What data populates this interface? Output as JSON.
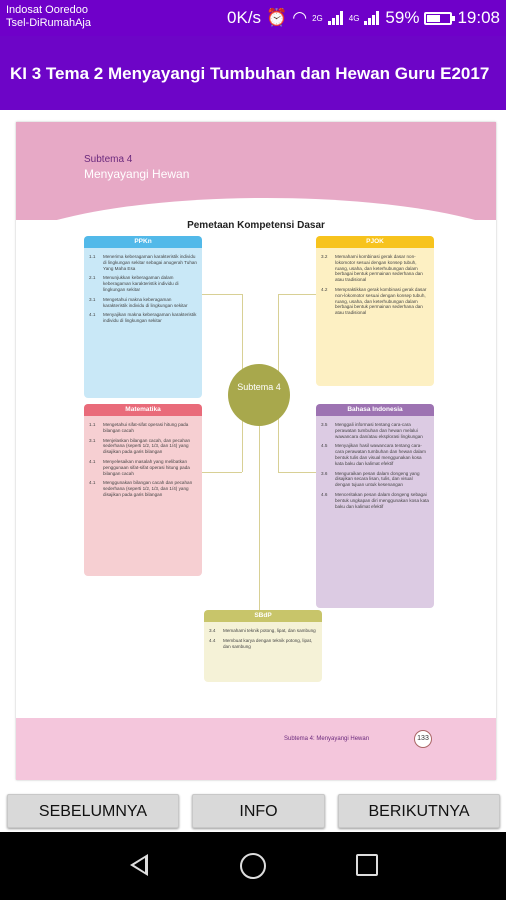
{
  "status_bar": {
    "carrier_1": "Indosat Ooredoo",
    "carrier_2": "Tsel-DiRumahAja",
    "speed": "0K/s",
    "network_1": "2G",
    "network_2": "4G",
    "battery": "59%",
    "battery_level": 0.59,
    "time": "19:08"
  },
  "app_bar": {
    "title": "KI 3 Tema 2 Menyayangi Tumbuhan dan Hewan Guru E2017"
  },
  "page": {
    "subtema_no": "Subtema 4",
    "subtema_name": "Menyayangi Hewan",
    "map_title": "Pemetaan Kompetensi Dasar",
    "hub": "Subtema 4",
    "boxes": {
      "ppkn": {
        "title": "PPKn",
        "items": [
          {
            "no": "1.1",
            "text": "Menerima keberagaman karakteristik individu di lingkungan sekitar sebagai anugerah Tuhan Yang Maha Esa"
          },
          {
            "no": "2.1",
            "text": "Menunjukkan keberagaman dalam keberagaman karakteristik individu di lingkungan sekitar"
          },
          {
            "no": "3.1",
            "text": "Mengetahui makna keberagaman karakteristik individu di lingkungan sekitar"
          },
          {
            "no": "4.1",
            "text": "Menyajikan makna keberagaman karakteristik individu di lingkungan sekitar"
          }
        ]
      },
      "pjok": {
        "title": "PJOK",
        "items": [
          {
            "no": "3.2",
            "text": "Memahami kombinasi gerak dasar non-lokomotor sesuai dengan konsep tubuh, ruang, usaha, dan keterhubungan dalam berbagai bentuk permainan sederhana dan atau tradisional"
          },
          {
            "no": "4.2",
            "text": "Mempraktikkan gerak kombinasi gerak dasar non-lokomotor sesuai dengan konsep tubuh, ruang, usaha, dan keterhubungan dalam berbagai bentuk permainan sederhana dan atau tradisional"
          }
        ]
      },
      "mtk": {
        "title": "Matematika",
        "items": [
          {
            "no": "1.1",
            "text": "Mengetahui sifat-sifat operasi hitung pada bilangan cacah"
          },
          {
            "no": "3.1",
            "text": "Menjelaskan bilangan cacah, dan pecahan sederhana (seperti 1/2, 1/3, dan 1/4) yang disajikan pada garis bilangan"
          },
          {
            "no": "4.1",
            "text": "Menyelesaikan masalah yang melibatkan penggunaan sifat-sifat operasi hitung pada bilangan cacah"
          },
          {
            "no": "4.1",
            "text": "Menggunakan bilangan cacah dan pecahan sederhana (seperti 1/2, 1/3, dan 1/4) yang disajikan pada garis bilangan"
          }
        ]
      },
      "bi": {
        "title": "Bahasa Indonesia",
        "items": [
          {
            "no": "3.5",
            "text": "Menggali informasi tentang cara-cara perawatan tumbuhan dan hewan melalui wawancara dan/atau eksplorasi lingkungan"
          },
          {
            "no": "4.5",
            "text": "Menyajikan hasil wawancara tentang cara-cara perawatan tumbuhan dan hewan dalam bentuk tulis dan visual menggunakan kosa kata baku dan kalimat efektif"
          },
          {
            "no": "3.6",
            "text": "Menguraikan pesan dalam dongeng yang disajikan secara lisan, tulis, dan visual dengan tujuan untuk kesenangan"
          },
          {
            "no": "4.6",
            "text": "Menceritakan pesan dalam dongeng sebagai bentuk ungkapan diri menggunakan kosa kata baku dan kalimat efektif"
          }
        ]
      },
      "sbdp": {
        "title": "SBdP",
        "items": [
          {
            "no": "3.4",
            "text": "Memahami teknik potong, lipat, dan sambung"
          },
          {
            "no": "4.4",
            "text": "Membuat karya dengan teknik potong, lipat, dan sambung"
          }
        ]
      }
    },
    "footer_text": "Subtema 4: Menyayangi Hewan",
    "page_number": "133"
  },
  "buttons": {
    "prev": "SEBELUMNYA",
    "info": "INFO",
    "next": "BERIKUTNYA"
  }
}
